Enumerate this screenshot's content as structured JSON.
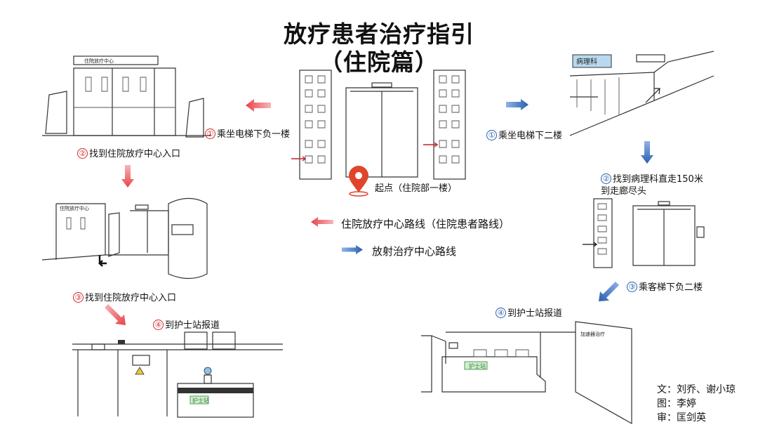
{
  "title": {
    "line1": "放疗患者治疗指引",
    "line2": "（住院篇）"
  },
  "start_label": "起点（住院部一楼）",
  "colors": {
    "red": "#e8434b",
    "blue": "#2a5fb0",
    "pin": "#e0452c"
  },
  "steps": {
    "left": [
      {
        "num": "①",
        "text": "乘坐电梯下负一楼"
      },
      {
        "num": "②",
        "text": "找到住院放疗中心入口"
      },
      {
        "num": "③",
        "text": "找到住院放疗中心入口"
      },
      {
        "num": "④",
        "text": "到护士站报道"
      }
    ],
    "right": [
      {
        "num": "①",
        "text": "乘坐电梯下二楼"
      },
      {
        "num": "②",
        "text": "找到病理科直走150米",
        "text2": "到走廊尽头"
      },
      {
        "num": "③",
        "text": "乘客梯下负二楼"
      },
      {
        "num": "④",
        "text": "到护士站报道"
      }
    ]
  },
  "legend": {
    "red": "住院放疗中心路线（住院患者路线）",
    "blue": "放射治疗中心路线"
  },
  "credits": [
    "文：刘乔、谢小琼",
    "图：李婷",
    "审：匡剑英"
  ],
  "icons": [
    "location-pin-icon",
    "arrow-icon"
  ],
  "sketch_text": {
    "pathology_sign": "病理科",
    "nurse_station_left": "护士站",
    "nurse_station_right": "护士站",
    "radio_center_sign": "加速器治疗"
  }
}
